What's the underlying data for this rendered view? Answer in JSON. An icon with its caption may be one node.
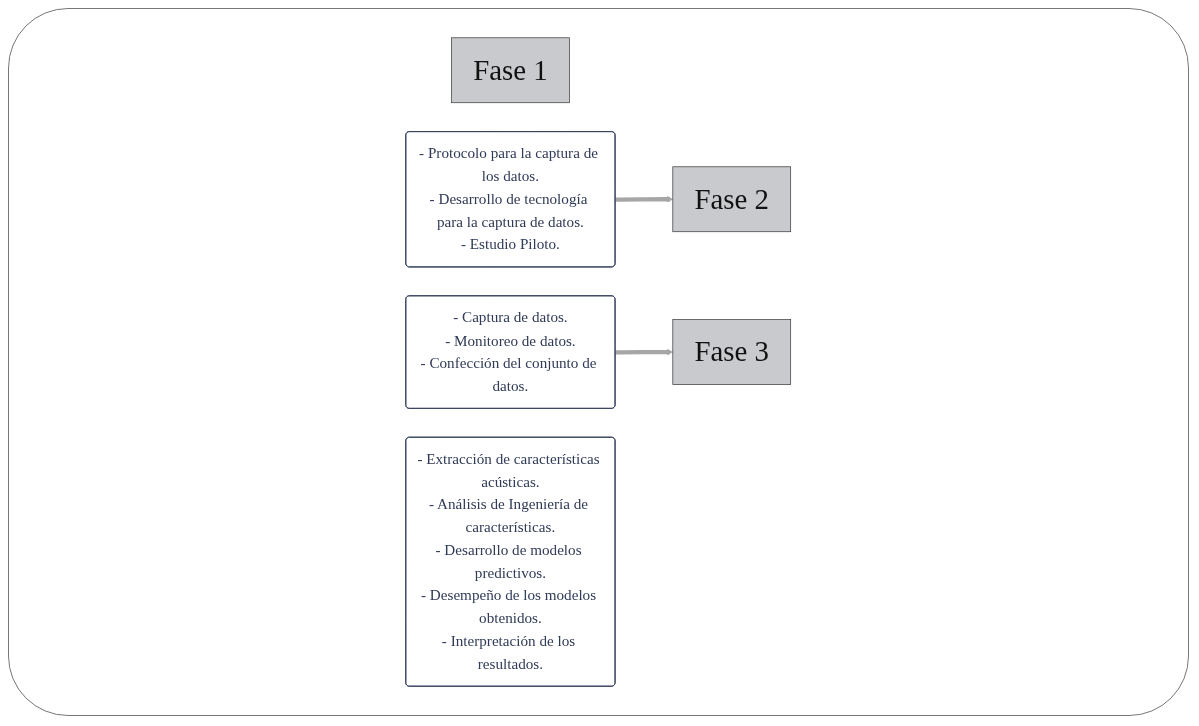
{
  "diagram": {
    "nodes": [
      {
        "text": [
          "Fase 1"
        ]
      },
      {
        "text": [
          "- Protocolo para la captura de los datos.",
          "- Desarrollo de tecnología para la captura de datos.",
          "- Estudio Piloto."
        ]
      },
      {
        "text": [
          "Fase 2"
        ]
      },
      {
        "text": [
          "- Captura de datos.",
          "- Monitoreo de datos.",
          "- Confección del conjunto de datos."
        ]
      },
      {
        "text": [
          "Fase 3"
        ]
      },
      {
        "text": [
          "- Extracción de características acústicas.",
          "- Análisis de Ingeniería de características.",
          "- Desarrollo de modelos predictivos.",
          "- Desempeño de los modelos obtenidos.",
          "- Interpretación de los resultados."
        ]
      }
    ],
    "edges": [
      {
        "from": 1,
        "to": 2,
        "arrow": "to"
      },
      {
        "from": 3,
        "to": 4,
        "arrow": "to"
      }
    ]
  }
}
